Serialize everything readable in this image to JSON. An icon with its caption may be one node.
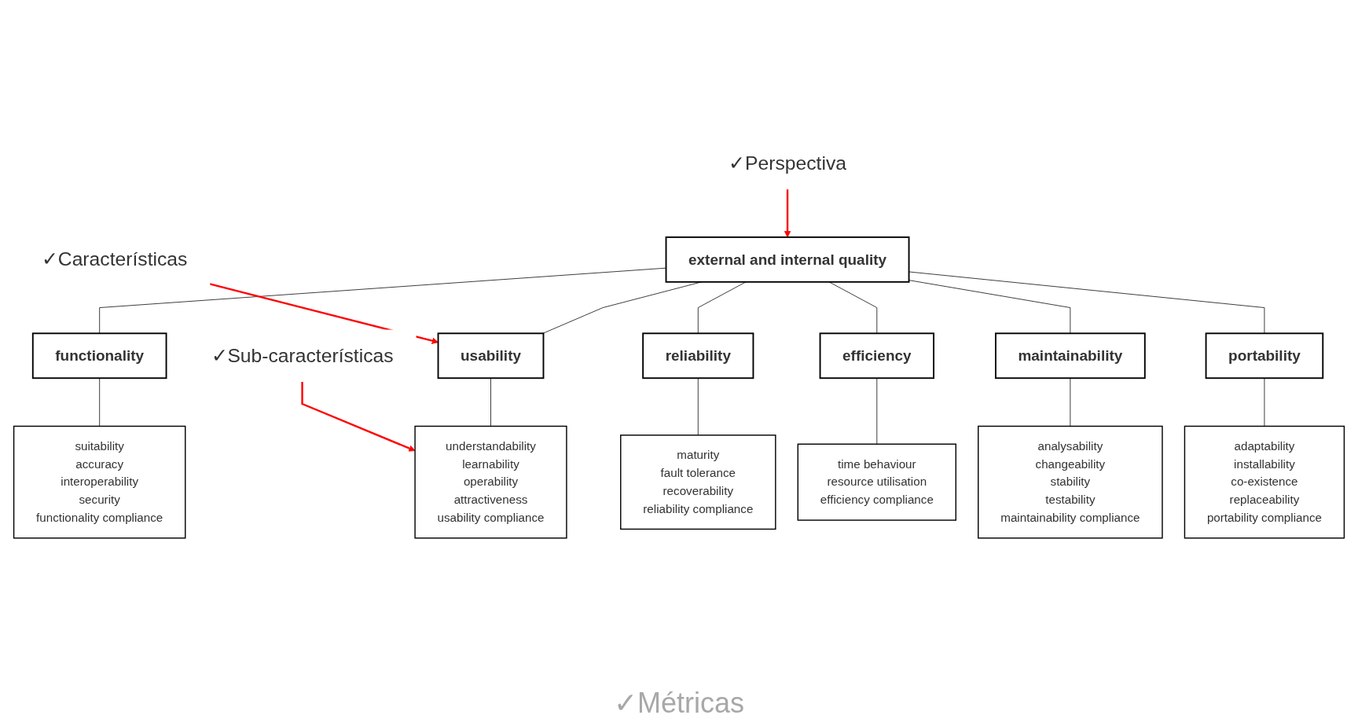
{
  "diagram": {
    "nodes": [
      {
        "text": [
          "external and internal quality"
        ]
      },
      {
        "text": [
          "functionality"
        ]
      },
      {
        "text": [
          "reliability"
        ]
      },
      {
        "text": [
          "usability"
        ]
      },
      {
        "text": [
          "efficiency"
        ]
      },
      {
        "text": [
          "maintainability"
        ]
      },
      {
        "text": [
          "portability"
        ]
      },
      {
        "text": [
          "suitability",
          "accuracy",
          "interoperability",
          "security",
          "functionality compliance"
        ]
      },
      {
        "text": [
          "maturity",
          "fault tolerance",
          "recoverability",
          "reliability compliance"
        ]
      },
      {
        "text": [
          "understandability",
          "learnability",
          "operability",
          "attractiveness",
          "usability compliance"
        ]
      },
      {
        "text": [
          "time behaviour",
          "resource utilisation",
          "efficiency compliance"
        ]
      },
      {
        "text": [
          "analysability",
          "changeability",
          "stability",
          "testability",
          "maintainability compliance"
        ]
      },
      {
        "text": [
          "adaptability",
          "installability",
          "co-existence",
          "replaceability",
          "portability compliance"
        ]
      },
      {
        "text": [
          "✓Perspectiva"
        ]
      },
      {
        "text": [
          "✓Características"
        ]
      },
      {
        "text": [
          "✓Sub-características"
        ]
      }
    ],
    "edges": [
      {
        "from": 0,
        "to": 1,
        "arrow": "none"
      },
      {
        "from": 0,
        "to": 2,
        "arrow": "none"
      },
      {
        "from": 0,
        "to": 3,
        "arrow": "none"
      },
      {
        "from": 0,
        "to": 4,
        "arrow": "none"
      },
      {
        "from": 0,
        "to": 5,
        "arrow": "none"
      },
      {
        "from": 0,
        "to": 6,
        "arrow": "none"
      },
      {
        "from": 1,
        "to": 7,
        "arrow": "none"
      },
      {
        "from": 2,
        "to": 8,
        "arrow": "none"
      },
      {
        "from": 3,
        "to": 9,
        "arrow": "none"
      },
      {
        "from": 4,
        "to": 10,
        "arrow": "none"
      },
      {
        "from": 5,
        "to": 11,
        "arrow": "none"
      },
      {
        "from": 6,
        "to": 12,
        "arrow": "none"
      },
      {
        "from": 13,
        "to": 0,
        "arrow": "to",
        "color": "#ff0000"
      },
      {
        "from": 14,
        "to": 3,
        "arrow": "to",
        "color": "#ff0000"
      },
      {
        "from": 15,
        "to": 9,
        "arrow": "to",
        "color": "#ff0000"
      }
    ],
    "labels": [
      "✓Métricas"
    ]
  }
}
